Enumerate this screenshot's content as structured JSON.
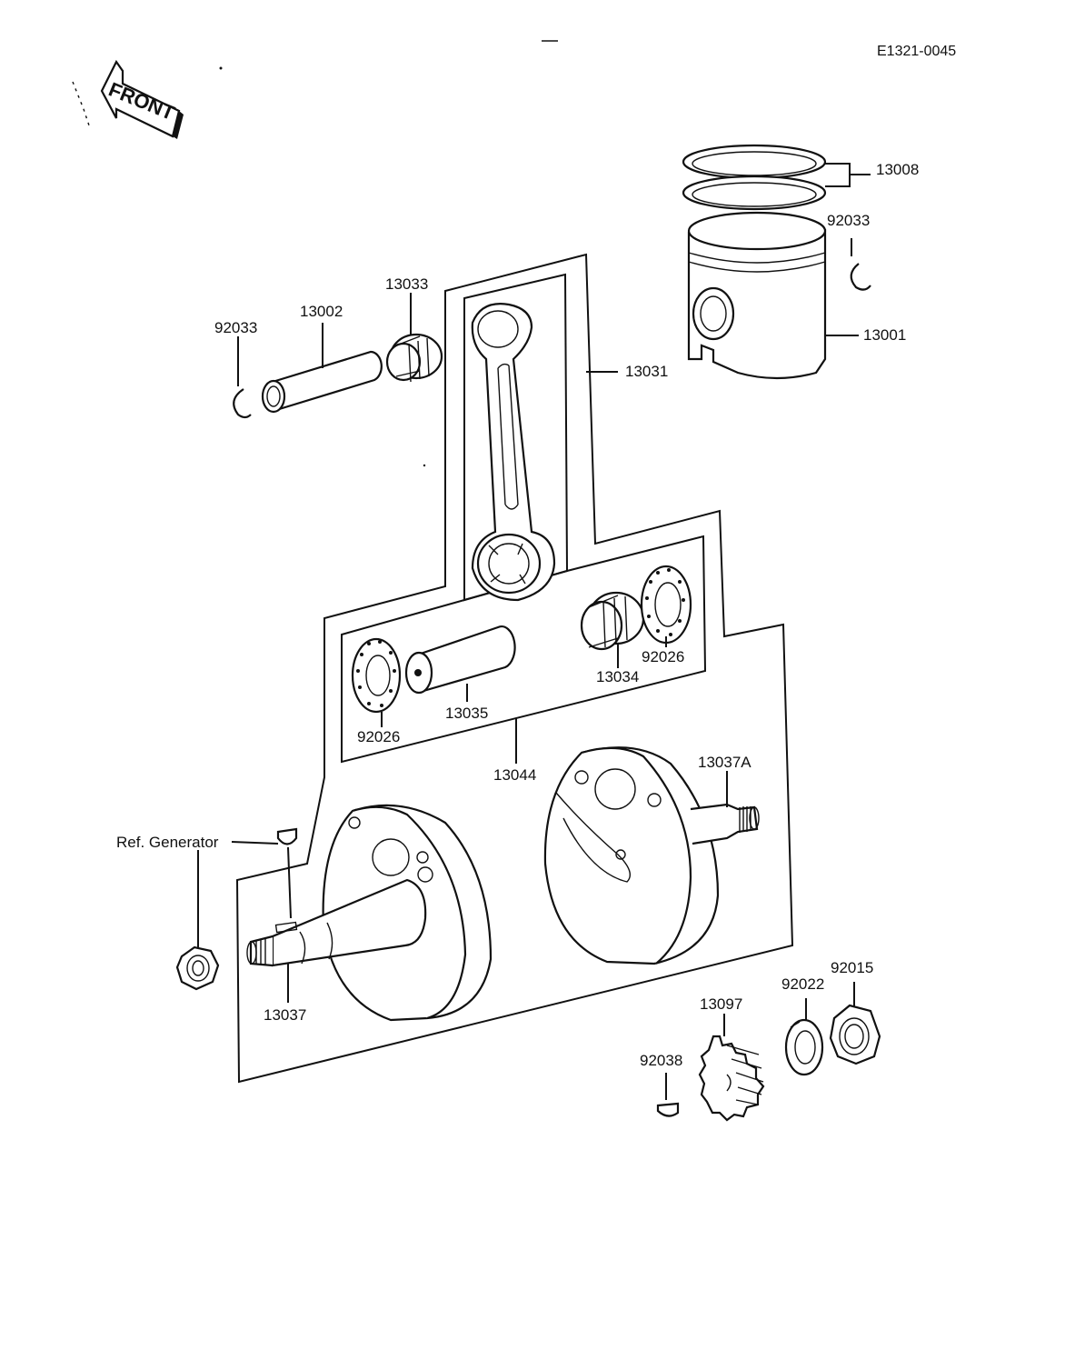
{
  "diagram_code": "E1321-0045",
  "front_arrow_label": "FRONT",
  "labels": {
    "piston_rings": "13008",
    "piston_clip_right": "92033",
    "piston": "13001",
    "connecting_rod": "13031",
    "small_end_bearing": "13033",
    "piston_pin": "13002",
    "piston_clip_left": "92033",
    "big_end_bearing": "13034",
    "washer_right": "92026",
    "crank_pin": "13035",
    "washer_left": "92026",
    "crankshaft_assy": "13044",
    "crankshaft_right": "13037A",
    "ref_generator": "Ref. Generator",
    "crankshaft_left": "13037",
    "nut_right": "92015",
    "washer_gear": "92022",
    "gear": "13097",
    "key": "92038"
  }
}
